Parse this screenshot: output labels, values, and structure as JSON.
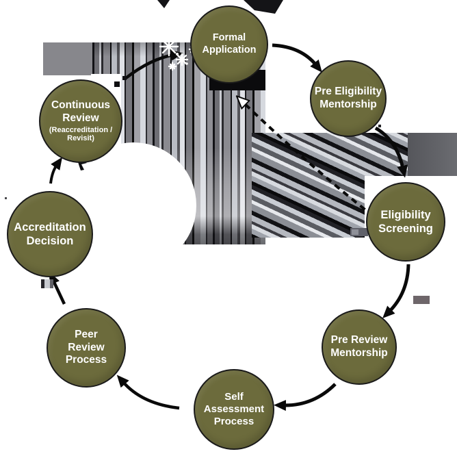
{
  "diagram": {
    "type": "circular-process-flow",
    "direction": "clockwise",
    "nodes": {
      "formal_application": {
        "label": "Formal\nApplication"
      },
      "pre_eligibility_mentorship": {
        "label": "Pre Eligibility\nMentorship"
      },
      "eligibility_screening": {
        "label": "Eligibility\nScreening"
      },
      "pre_review_mentorship": {
        "label": "Pre Review\nMentorship"
      },
      "self_assessment_process": {
        "label": "Self\nAssessment\nProcess"
      },
      "peer_review_process": {
        "label": "Peer\nReview\nProcess"
      },
      "accreditation_decision": {
        "label": "Accreditation\nDecision"
      },
      "continuous_review": {
        "label": "Continuous\nReview",
        "sublabel": "(Reaccreditation /\nRevisit)"
      }
    },
    "sequence": [
      "Formal Application",
      "Pre Eligibility Mentorship",
      "Eligibility Screening",
      "Pre Review Mentorship",
      "Self Assessment Process",
      "Peer Review Process",
      "Accreditation Decision",
      "Continuous Review (Reaccreditation / Revisit)"
    ]
  },
  "colors": {
    "node_fill": "#6c6b3c",
    "node_border": "#1a1a1a",
    "node_text": "#ffffff",
    "arrow": "#0a0a0a",
    "background": "#ffffff"
  }
}
